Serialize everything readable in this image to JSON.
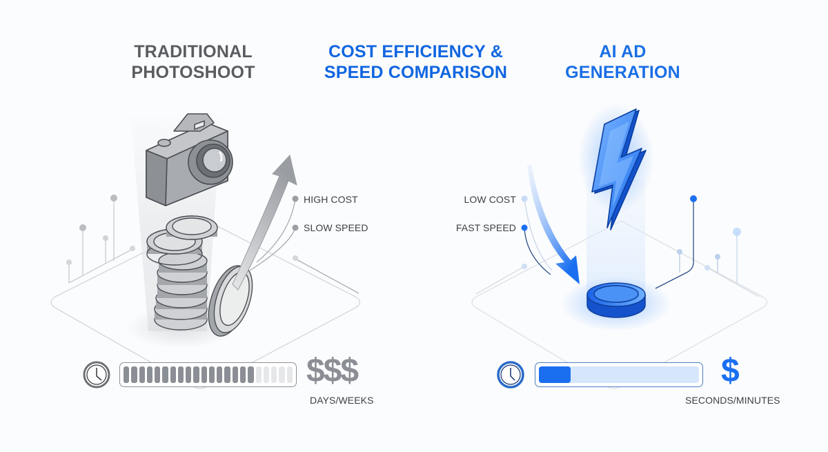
{
  "titles": {
    "left": [
      "TRADITIONAL",
      "PHOTOSHOOT"
    ],
    "center": [
      "COST EFFICIENCY &",
      "SPEED COMPARISON"
    ],
    "right": [
      "AI AD",
      "GENERATION"
    ]
  },
  "left_panel": {
    "icons": [
      "camera-icon",
      "coin-stack-icon",
      "upward-arrow-icon"
    ],
    "callouts": [
      {
        "label": "HIGH COST"
      },
      {
        "label": "SLOW SPEED"
      }
    ],
    "time_bar": {
      "segments_total": 22,
      "segments_filled": 17
    },
    "cost_symbol": "$$$",
    "time_label": "DAYS/WEEKS",
    "color": "#8b8f95"
  },
  "right_panel": {
    "icons": [
      "lightning-bolt-icon",
      "single-coin-icon",
      "downward-arrow-icon"
    ],
    "callouts": [
      {
        "label": "LOW COST"
      },
      {
        "label": "FAST SPEED"
      }
    ],
    "time_bar": {
      "fill_percent": 20
    },
    "cost_symbol": "$",
    "time_label": "SECONDS/MINUTES",
    "color": "#1a6ff0"
  }
}
